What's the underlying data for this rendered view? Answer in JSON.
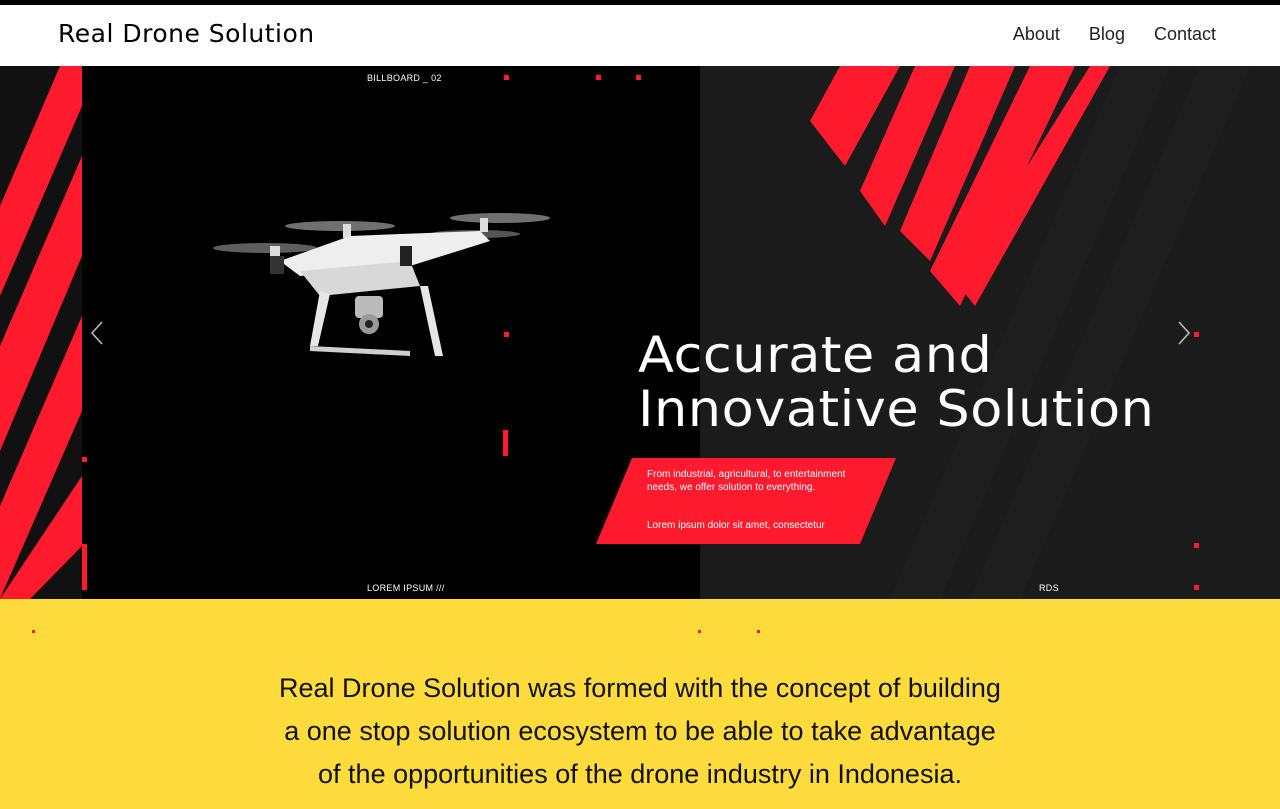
{
  "navbar": {
    "brand": "Real Drone Solution",
    "links": [
      {
        "label": "About"
      },
      {
        "label": "Blog"
      },
      {
        "label": "Contact"
      }
    ]
  },
  "hero": {
    "corner_label_top": "BILLBOARD _ 02",
    "corner_label_bottom_left": "LOREM IPSUM ///",
    "corner_label_bottom_right": "RDS",
    "title_line1": "Accurate and",
    "title_line2": "Innovative Solution",
    "box_text": "From industrial, agricultural, to entertainment needs, we offer solution to everything.",
    "box_text_2": "Lorem ipsum dolor sit amet, consectetur",
    "prev_icon": "chevron-left-icon",
    "next_icon": "chevron-right-icon"
  },
  "about": {
    "paragraph": "Real Drone Solution was formed with the concept of building a one stop solution ecosystem to be able to take advantage of the opportunities of the drone industry in Indonesia."
  },
  "colors": {
    "accent_red": "#ff1a2e",
    "section_yellow": "#ffdb3b",
    "hero_dark": "#1b1b1b"
  }
}
